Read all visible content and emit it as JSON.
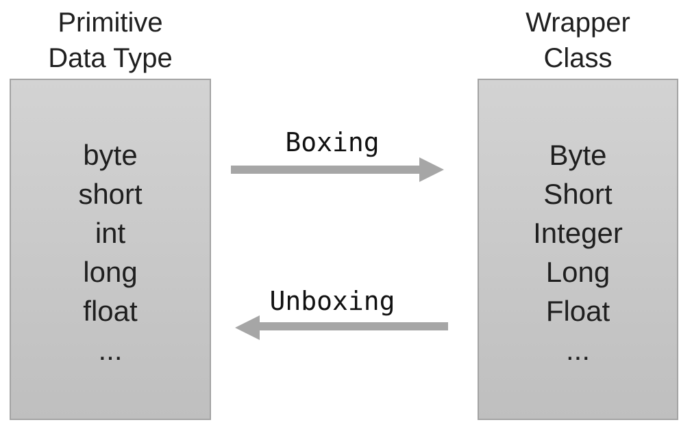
{
  "diagram": {
    "left_panel": {
      "title_line1": "Primitive",
      "title_line2": "Data Type",
      "items": [
        "byte",
        "short",
        "int",
        "long",
        "float",
        "..."
      ]
    },
    "right_panel": {
      "title_line1": "Wrapper",
      "title_line2": "Class",
      "items": [
        "Byte",
        "Short",
        "Integer",
        "Long",
        "Float",
        "..."
      ]
    },
    "arrows": {
      "boxing_label": "Boxing",
      "unboxing_label": "Unboxing",
      "boxing_direction": "left-to-right",
      "unboxing_direction": "right-to-left"
    },
    "colors": {
      "box_fill_top": "#d3d3d3",
      "box_fill_bottom": "#bfbfbf",
      "box_border": "#a3a3a3",
      "arrow": "#a6a6a6",
      "text": "#1f1f1f",
      "bg": "#ffffff"
    }
  }
}
